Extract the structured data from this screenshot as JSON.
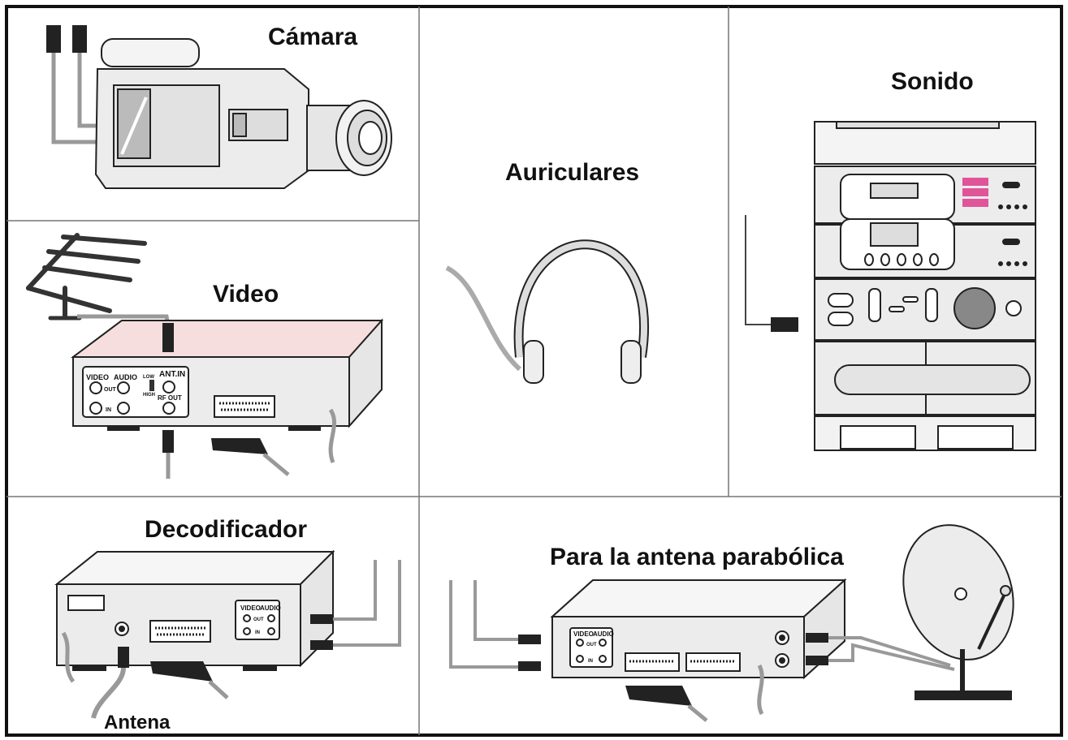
{
  "panels": {
    "camera": {
      "label": "Cámara"
    },
    "video": {
      "label": "Video",
      "port_labels": {
        "video": "VIDEO",
        "audio": "AUDIO",
        "out": "OUT",
        "in": "IN",
        "ant_in": "ANT.IN",
        "rf_out": "RF OUT",
        "low": "LOW",
        "high": "HIGH"
      }
    },
    "headphones": {
      "label": "Auriculares"
    },
    "sound": {
      "label": "Sonido"
    },
    "decoder": {
      "label": "Decodificador",
      "antenna_label": "Antena",
      "port_labels": {
        "video": "VIDEO",
        "audio": "AUDIO",
        "out": "OUT",
        "in": "IN"
      }
    },
    "satellite": {
      "label": "Para la antena parabólica",
      "port_labels": {
        "video": "VIDEO",
        "audio": "AUDIO",
        "out": "OUT",
        "in": "IN"
      }
    }
  },
  "colors": {
    "border": "#111111",
    "cable": "#9a9a9a",
    "device_fill": "#ececec",
    "device_top": "#f6f6f6",
    "accent_pink": "#e0559a",
    "video_top_tint": "#f6dede"
  }
}
